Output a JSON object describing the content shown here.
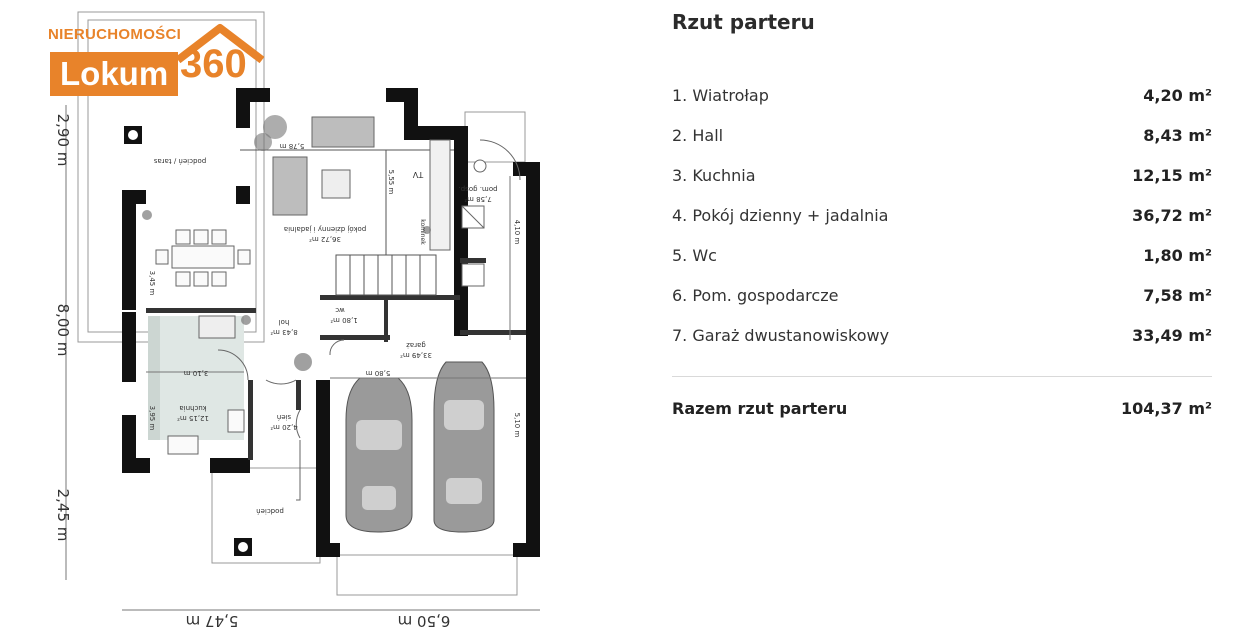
{
  "logo": {
    "top": "NIERUCHOMOŚCI",
    "brand": "Lokum",
    "number": "360"
  },
  "plan": {
    "rooms": {
      "terrace": "podcień / taras",
      "living": "pokój dzienny i jadalnia",
      "living_area": "36,72 m²",
      "small_area": "5,78 m",
      "tv": "TV",
      "utility": "pom. gosp.",
      "utility_area": "7,58 m²",
      "hall": "hol",
      "hall_area": "8,43 m²",
      "wc": "wc",
      "wc_area": "1,80 m²",
      "garage": "garaż",
      "garage_area": "33,49 m²",
      "kitchen": "kuchnia",
      "kitchen_area": "12,15 m²",
      "vestibule": "sień",
      "vestibule_area": "4,20 m²",
      "porch": "podcień",
      "fireplace": "kominek",
      "kitchen_width": "3,10 m",
      "garage_width": "5,80 m"
    },
    "dims": {
      "left_top": "2,90 m",
      "left_mid": "8,00 m",
      "left_bot": "2,45 m",
      "bottom_left": "5,47 m",
      "bottom_right": "6,50 m",
      "right_top": "4,10 m",
      "right_bot": "5,10 m",
      "stair_h": "5,55 m",
      "dining_w": "3,45 m",
      "kitchen_h": "3,95 m"
    }
  },
  "panel": {
    "title": "Rzut parteru",
    "rows": [
      {
        "label": "1. Wiatrołap",
        "value": "4,20 m²"
      },
      {
        "label": "2. Hall",
        "value": "8,43 m²"
      },
      {
        "label": "3. Kuchnia",
        "value": "12,15 m²"
      },
      {
        "label": "4. Pokój dzienny + jadalnia",
        "value": "36,72 m²"
      },
      {
        "label": "5. Wc",
        "value": "1,80 m²"
      },
      {
        "label": "6. Pom. gospodarcze",
        "value": "7,58 m²"
      },
      {
        "label": "7. Garaż dwustanowiskowy",
        "value": "33,49 m²"
      }
    ],
    "total_label": "Razem rzut parteru",
    "total_value": "104,37 m²"
  },
  "colors": {
    "accent": "#e8832a",
    "wall": "#111111",
    "kitchen_fill": "#dfe7e4",
    "car": "#9a9a9a"
  }
}
